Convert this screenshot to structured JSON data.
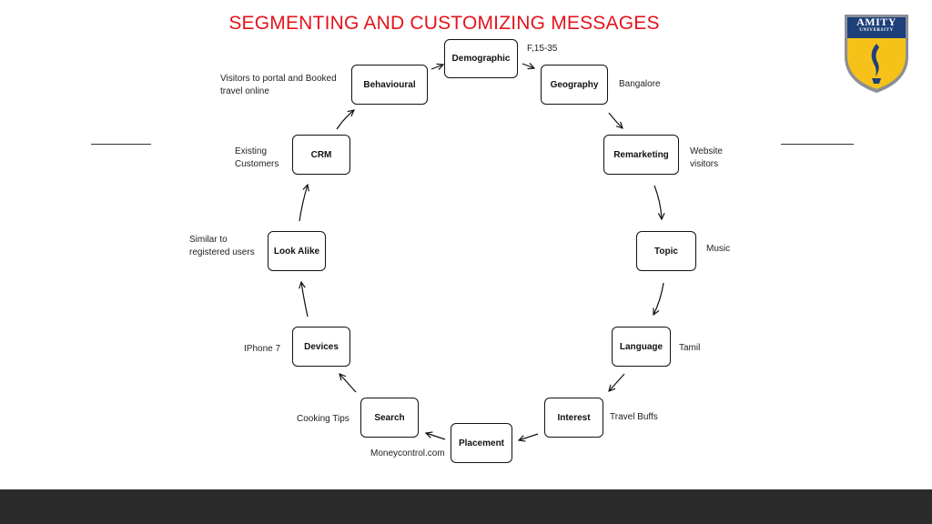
{
  "slide": {
    "title": "SEGMENTING AND CUSTOMIZING MESSAGES"
  },
  "logo": {
    "line1": "AMITY",
    "line2": "UNIVERSITY",
    "colors": {
      "shield_blue": "#1d3f7a",
      "shield_yellow": "#f6c21a",
      "border": "#8a8f98"
    }
  },
  "diagram": {
    "nodes": [
      {
        "id": "demographic",
        "label": "Demographic",
        "note": "F,15-35"
      },
      {
        "id": "geography",
        "label": "Geography",
        "note": "Bangalore"
      },
      {
        "id": "remarketing",
        "label": "Remarketing",
        "note": "Website visitors"
      },
      {
        "id": "topic",
        "label": "Topic",
        "note": "Music"
      },
      {
        "id": "language",
        "label": "Language",
        "note": "Tamil"
      },
      {
        "id": "interest",
        "label": "Interest",
        "note": "Travel Buffs"
      },
      {
        "id": "placement",
        "label": "Placement",
        "note": "Moneycontrol.com"
      },
      {
        "id": "search",
        "label": "Search",
        "note": "Cooking Tips"
      },
      {
        "id": "devices",
        "label": "Devices",
        "note": "IPhone 7"
      },
      {
        "id": "lookalike",
        "label": "Look Alike",
        "note": "Similar to registered users"
      },
      {
        "id": "crm",
        "label": "CRM",
        "note": "Existing Customers"
      },
      {
        "id": "behavioural",
        "label": "Behavioural",
        "note": "Visitors to portal and Booked travel online"
      }
    ],
    "flow": [
      [
        "demographic",
        "geography"
      ],
      [
        "geography",
        "remarketing"
      ],
      [
        "remarketing",
        "topic"
      ],
      [
        "topic",
        "language"
      ],
      [
        "language",
        "interest"
      ],
      [
        "interest",
        "placement"
      ],
      [
        "placement",
        "search"
      ],
      [
        "search",
        "devices"
      ],
      [
        "devices",
        "lookalike"
      ],
      [
        "lookalike",
        "crm"
      ],
      [
        "crm",
        "behavioural"
      ],
      [
        "behavioural",
        "demographic"
      ]
    ]
  },
  "colors": {
    "title": "#e3141b",
    "footer_bar": "#2b2b2b"
  }
}
